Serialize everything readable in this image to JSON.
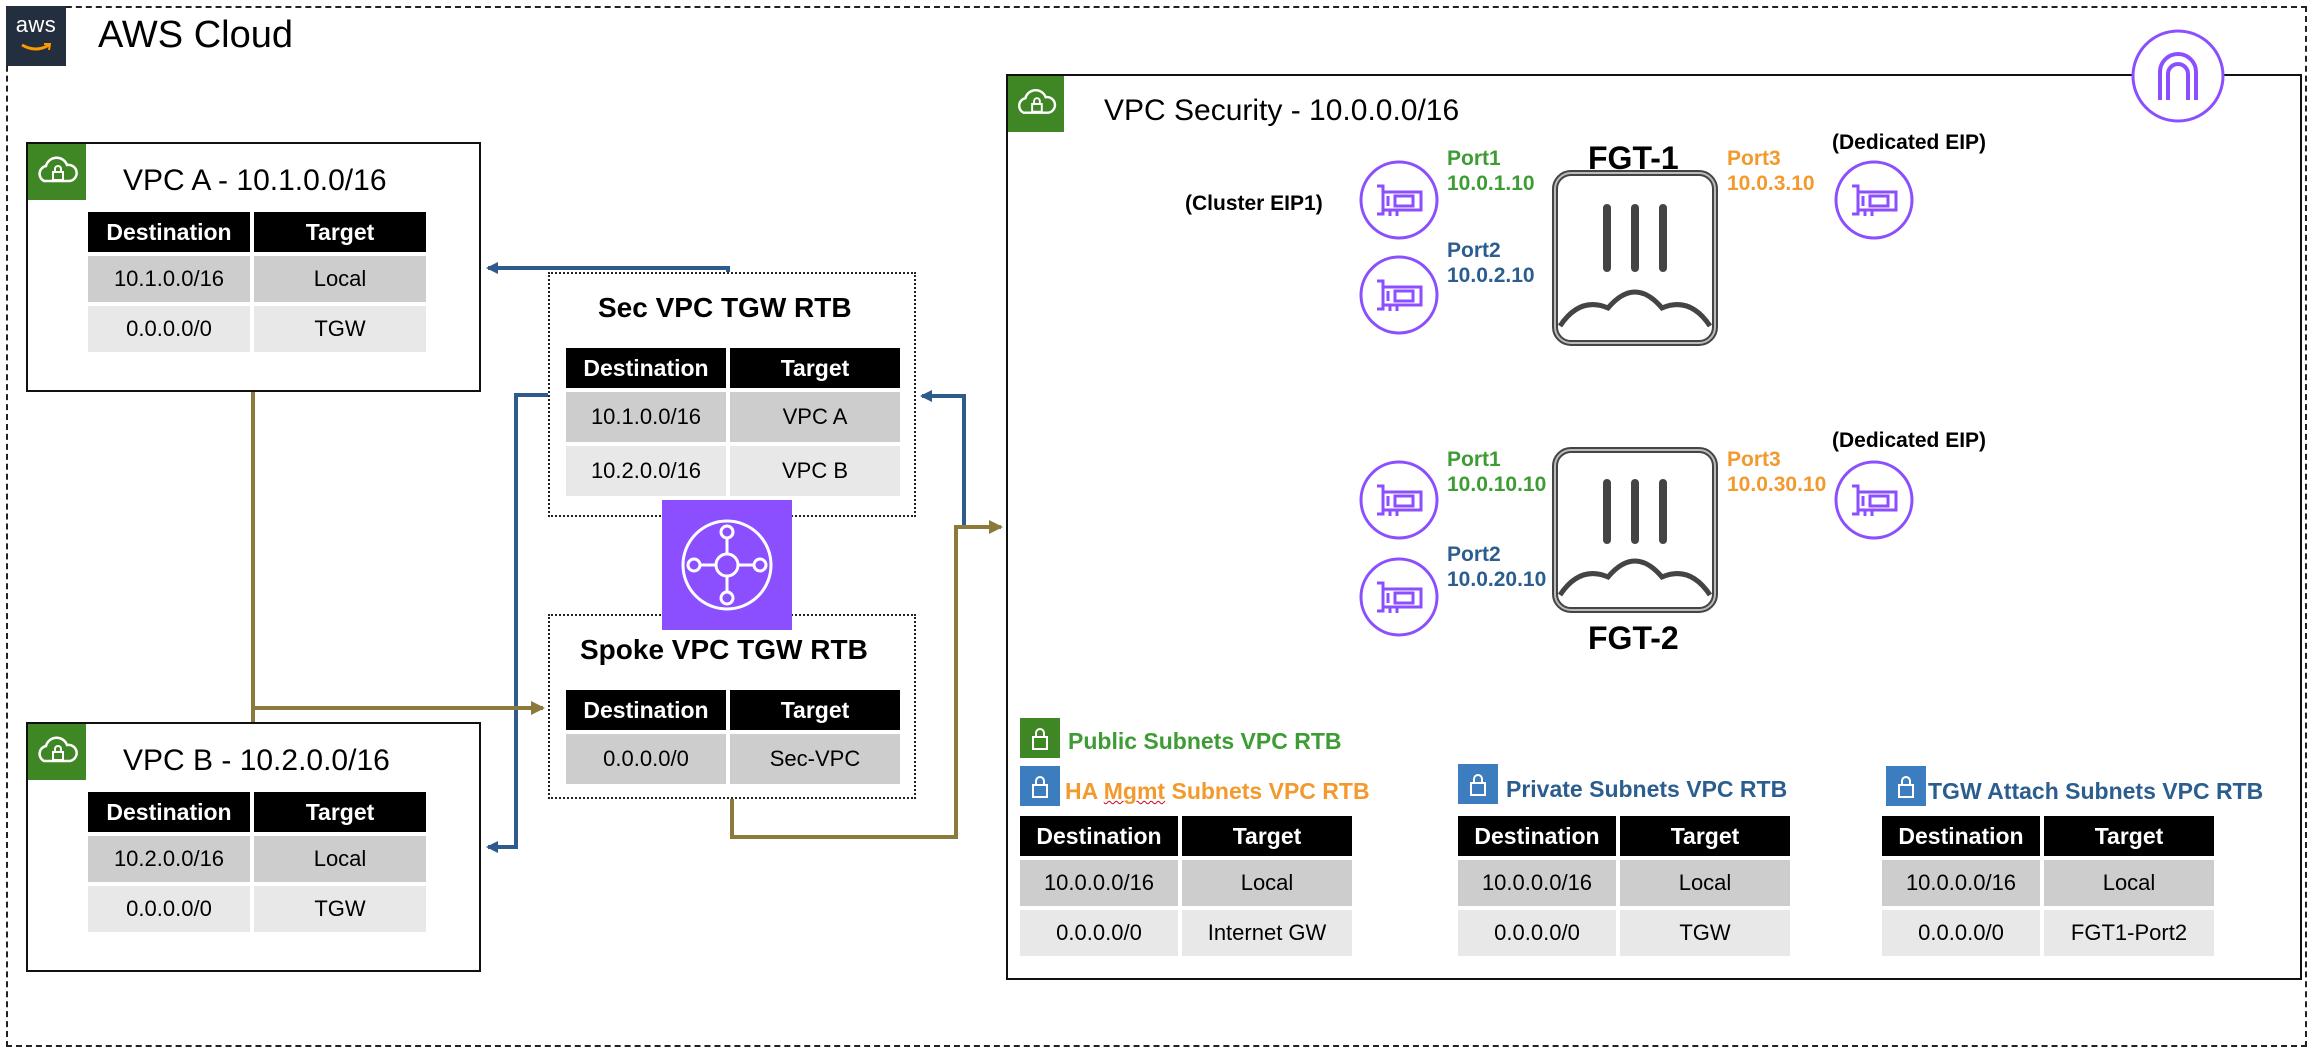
{
  "cloud": {
    "title": "AWS Cloud",
    "logo_text": "aws"
  },
  "vpc_a": {
    "title": "VPC  A - 10.1.0.0/16",
    "headers": [
      "Destination",
      "Target"
    ],
    "rows": [
      [
        "10.1.0.0/16",
        "Local"
      ],
      [
        "0.0.0.0/0",
        "TGW"
      ]
    ]
  },
  "vpc_b": {
    "title": "VPC  B - 10.2.0.0/16",
    "headers": [
      "Destination",
      "Target"
    ],
    "rows": [
      [
        "10.2.0.0/16",
        "Local"
      ],
      [
        "0.0.0.0/0",
        "TGW"
      ]
    ]
  },
  "sec_rtb": {
    "title": "Sec VPC TGW RTB",
    "headers": [
      "Destination",
      "Target"
    ],
    "rows": [
      [
        "10.1.0.0/16",
        "VPC A"
      ],
      [
        "10.2.0.0/16",
        "VPC B"
      ]
    ]
  },
  "spoke_rtb": {
    "title": "Spoke VPC TGW RTB",
    "headers": [
      "Destination",
      "Target"
    ],
    "rows": [
      [
        "0.0.0.0/0",
        "Sec-VPC"
      ]
    ]
  },
  "security_vpc": {
    "title": "VPC Security - 10.0.0.0/16",
    "fgt1": {
      "name": "FGT-1",
      "port1": "Port1",
      "port1_ip": "10.0.1.10",
      "port2": "Port2",
      "port2_ip": "10.0.2.10",
      "port3": "Port3",
      "port3_ip": "10.0.3.10",
      "cluster_eip": "(Cluster EIP1)",
      "dedicated_eip": "(Dedicated EIP)"
    },
    "fgt2": {
      "name": "FGT-2",
      "port1": "Port1",
      "port1_ip": "10.0.10.10",
      "port2": "Port2",
      "port2_ip": "10.0.20.10",
      "port3": "Port3",
      "port3_ip": "10.0.30.10",
      "dedicated_eip": "(Dedicated EIP)"
    },
    "public_rtb": {
      "title": "Public Subnets VPC RTB",
      "title2_prefix": "HA ",
      "title2_mgmt": "Mgmt",
      "title2_suffix": " Subnets VPC RTB",
      "headers": [
        "Destination",
        "Target"
      ],
      "rows": [
        [
          "10.0.0.0/16",
          "Local"
        ],
        [
          "0.0.0.0/0",
          "Internet GW"
        ]
      ]
    },
    "private_rtb": {
      "title": "Private  Subnets VPC RTB",
      "headers": [
        "Destination",
        "Target"
      ],
      "rows": [
        [
          "10.0.0.0/16",
          "Local"
        ],
        [
          "0.0.0.0/0",
          "TGW"
        ]
      ]
    },
    "tgw_attach_rtb": {
      "title": "TGW Attach  Subnets VPC RTB",
      "headers": [
        "Destination",
        "Target"
      ],
      "rows": [
        [
          "10.0.0.0/16",
          "Local"
        ],
        [
          "0.0.0.0/0",
          "FGT1-Port2"
        ]
      ]
    }
  },
  "colors": {
    "vpc_green": "#3f8624",
    "tgw_purple": "#8c4fff",
    "eni_purple": "#8c4fff",
    "port1_green": "#3e9c35",
    "port2_blue": "#2c5d8f",
    "port3_orange": "#f29a2e",
    "arrow_blue": "#2f5b8c",
    "arrow_olive": "#8c7a3c",
    "lock_blue": "#3b7dbf"
  },
  "icons": [
    "aws-logo",
    "vpc-cloud-lock-icon",
    "transit-gateway-icon",
    "eni-icon",
    "fortigate-icon",
    "lock-icon",
    "internet-gateway-icon"
  ]
}
